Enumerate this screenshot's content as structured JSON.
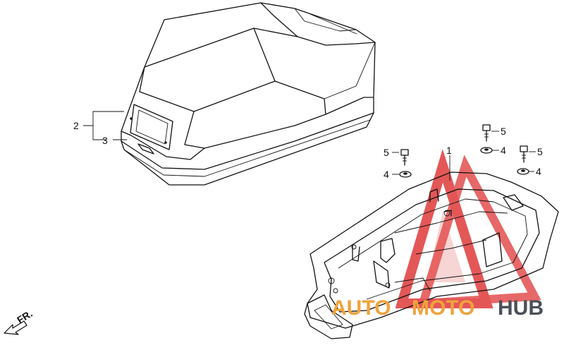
{
  "callouts": {
    "cover": "1",
    "engine_cover": "2",
    "seal": "3",
    "washer_left": "4",
    "washer_mid": "4",
    "washer_right": "4",
    "bolt_left": "5",
    "bolt_mid": "5",
    "bolt_right": "5"
  },
  "direction_arrow": {
    "label": "FR."
  },
  "watermark": {
    "text_part1": "AUTO",
    "text_part2": "MOTO",
    "text_part3": "HUB",
    "color_red": "#e03a3a",
    "color_orange": "#f0a33c",
    "color_dark": "#4a4f58"
  }
}
